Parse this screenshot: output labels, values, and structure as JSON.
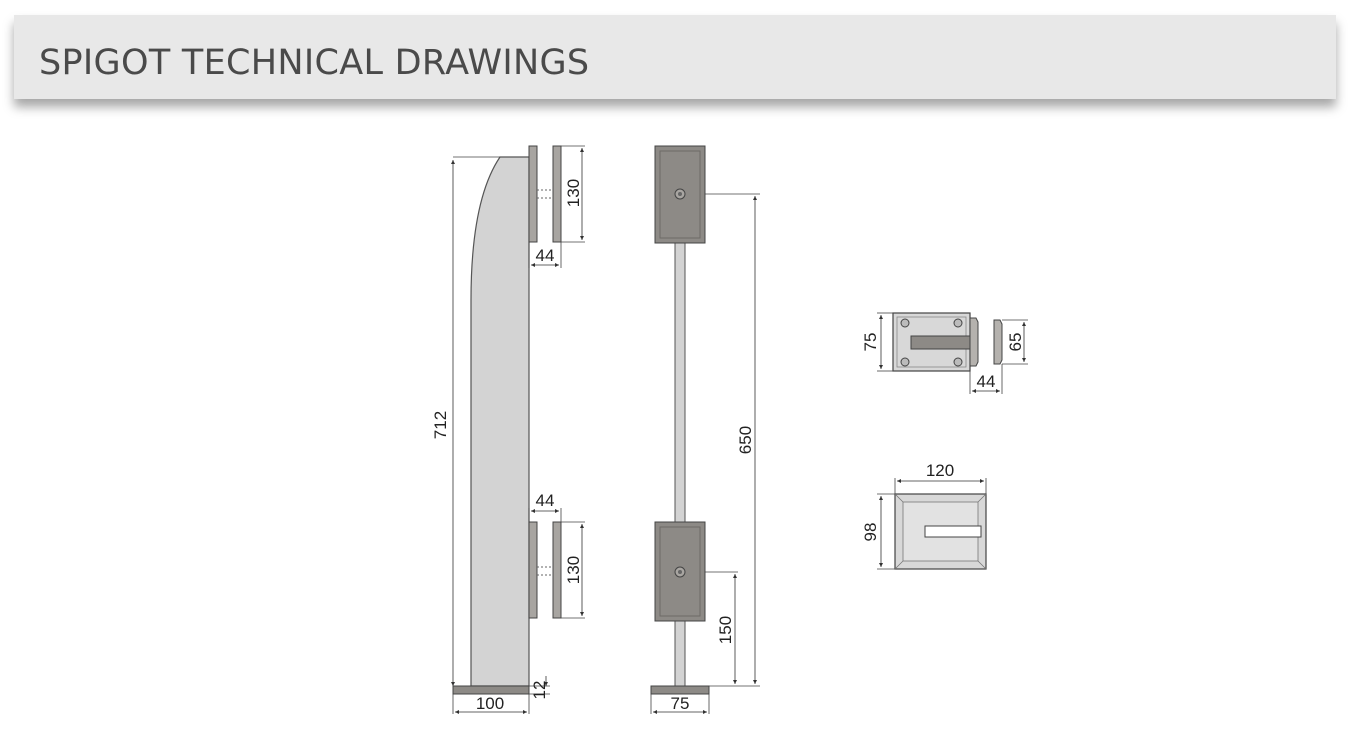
{
  "header": {
    "title": "SPIGOT TECHNICAL DRAWINGS"
  },
  "side_view": {
    "height": "712",
    "base_width": "100",
    "base_thickness": "12",
    "clamp_top_height": "130",
    "clamp_top_gap": "44",
    "clamp_bottom_gap": "44",
    "clamp_bottom_height": "130"
  },
  "front_view": {
    "clamp_spacing": "650",
    "bottom_clamp_height": "150",
    "base_width": "75"
  },
  "clamp_detail": {
    "height": "75",
    "inner_height": "65",
    "depth": "44"
  },
  "base_plate_detail": {
    "width": "120",
    "depth": "98"
  }
}
